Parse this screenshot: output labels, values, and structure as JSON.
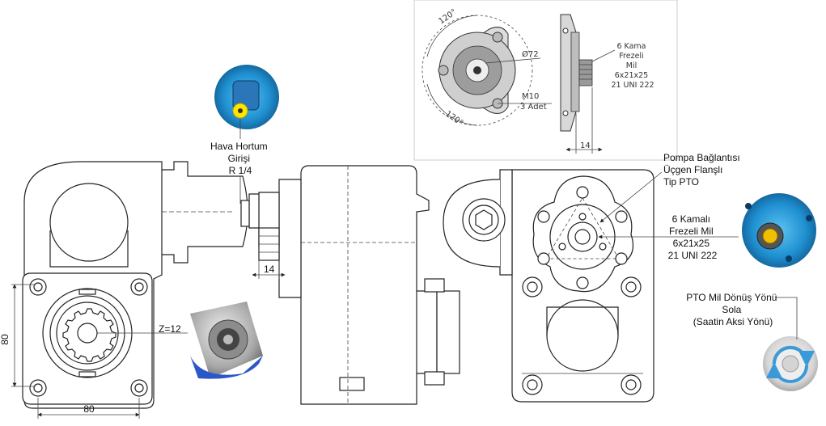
{
  "labels": {
    "hava_hortum": [
      "Hava Hortum",
      "Girişi",
      "R 1/4"
    ],
    "pompa_baglantisi": [
      "Pompa Bağlantısı",
      "Üçgen Flanşlı",
      "Tip PTO"
    ],
    "kamali_mil": [
      "6 Kamalı",
      "Frezeli Mil",
      "6x21x25",
      "21 UNI 222"
    ],
    "donus_yonu": [
      "PTO Mil Dönüş Yönü",
      "Sola",
      "(Saatin Aksi Yönü)"
    ],
    "z_teeth": "Z=12"
  },
  "dimensions": {
    "left_height": "80",
    "left_width": "80",
    "shaft_length": "14"
  },
  "detail_view": {
    "angle_top": "120°",
    "angle_bottom": "120°",
    "diameter": "Ø72",
    "bolt_size": "M10",
    "bolt_count": "3 Adet",
    "side_label": [
      "6 Kama",
      "Frezeli",
      "Mil",
      "6x21x25",
      "21 UNI 222"
    ],
    "width_dim": "14"
  },
  "colors": {
    "line": "#222222",
    "photo_blue": "#1f8fd0",
    "photo_yellow": "#ffe600",
    "rotation_arrow": "#3a9ad9",
    "detail_border": "#cccccc"
  }
}
